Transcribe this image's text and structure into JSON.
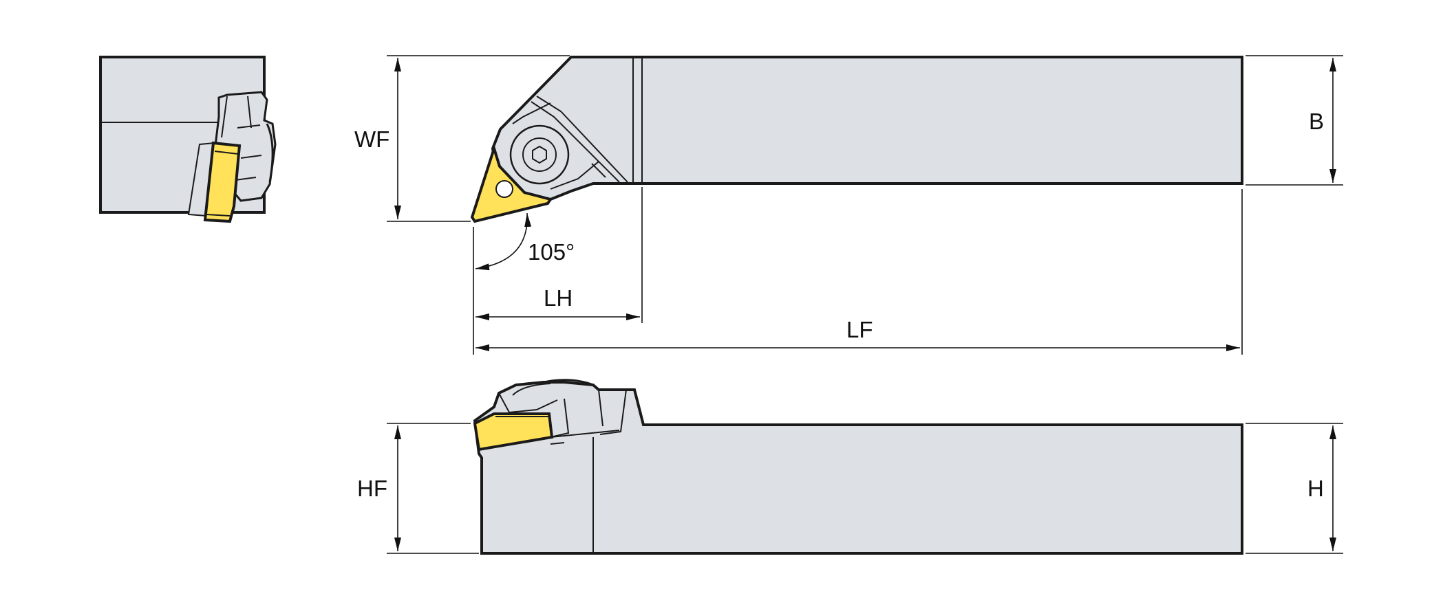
{
  "labels": {
    "wf": "WF",
    "b": "B",
    "angle": "105°",
    "lh": "LH",
    "lf": "LF",
    "hf": "HF",
    "h": "H"
  },
  "colors": {
    "body": "#dde1e6",
    "insert": "#ffe15a",
    "outline": "#1a1a1a",
    "dim": "#111111"
  }
}
